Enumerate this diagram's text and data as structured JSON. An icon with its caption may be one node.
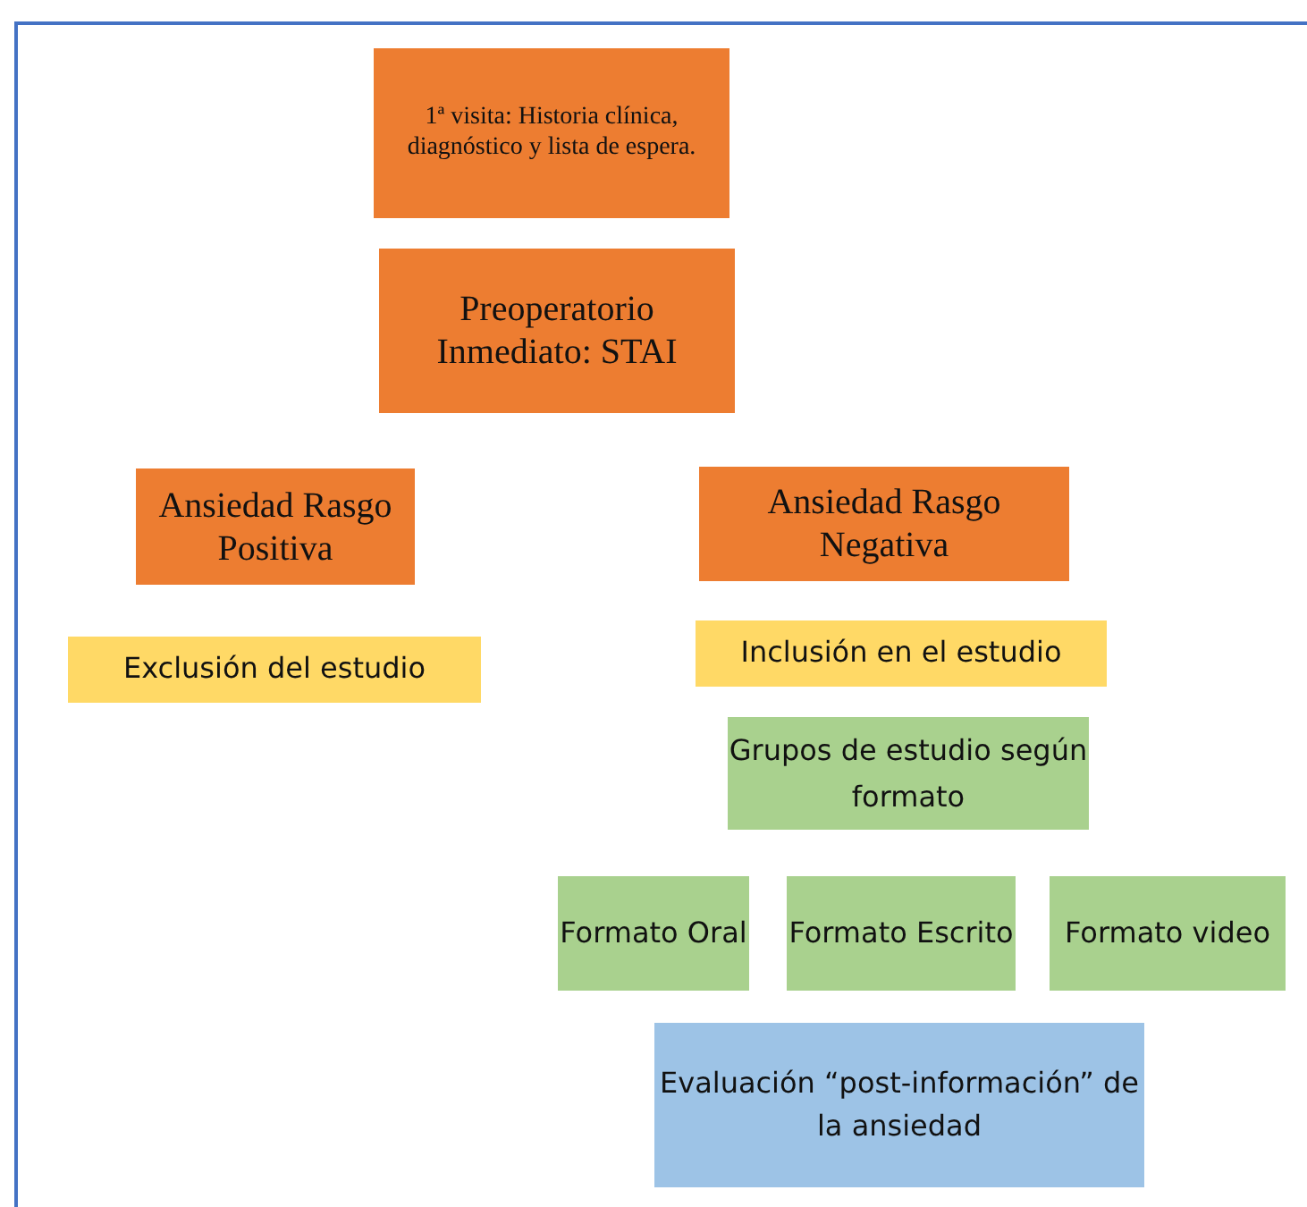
{
  "diagram": {
    "nodes": [
      {
        "text": [
          "1ª visita: Historia clínica, diagnóstico y lista de espera."
        ]
      },
      {
        "text": [
          "Preoperatorio Inmediato: STAI"
        ]
      },
      {
        "text": [
          "Ansiedad Rasgo Positiva"
        ]
      },
      {
        "text": [
          "Ansiedad Rasgo Negativa"
        ]
      },
      {
        "text": [
          "Exclusión del estudio"
        ]
      },
      {
        "text": [
          "Inclusión en el estudio"
        ]
      },
      {
        "text": [
          "Grupos de estudio según formato"
        ]
      },
      {
        "text": [
          "Formato Oral"
        ]
      },
      {
        "text": [
          "Formato Escrito"
        ]
      },
      {
        "text": [
          "Formato video"
        ]
      },
      {
        "text": [
          "Evaluación “post-información” de la ansiedad"
        ]
      }
    ]
  }
}
